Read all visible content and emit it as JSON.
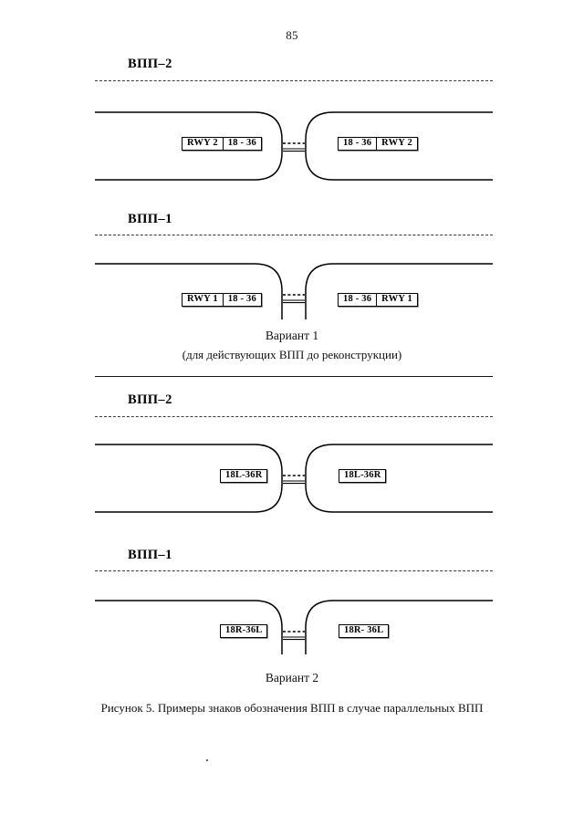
{
  "page": {
    "number": "85"
  },
  "sections": [
    {
      "runway_label": "ВПП–2",
      "left_sign": [
        "RWY 2",
        "18 - 36"
      ],
      "right_sign": [
        "18 - 36",
        "RWY 2"
      ],
      "shape": "full"
    },
    {
      "runway_label": "ВПП–1",
      "left_sign": [
        "RWY 1",
        "18 - 36"
      ],
      "right_sign": [
        "18 - 36",
        "RWY 1"
      ],
      "shape": "clipped"
    },
    {
      "runway_label": "ВПП–2",
      "left_sign": [
        "18L-36R"
      ],
      "right_sign": [
        "18L-36R"
      ],
      "shape": "full"
    },
    {
      "runway_label": "ВПП–1",
      "left_sign": [
        "18R-36L"
      ],
      "right_sign": [
        "18R- 36L"
      ],
      "shape": "clipped"
    }
  ],
  "captions": {
    "variant1_title": "Вариант 1",
    "variant1_subtitle": "(для действующих ВПП до реконструкции)",
    "variant2_title": "Вариант 2",
    "figure": "Рисунок 5. Примеры знаков обозначения ВПП в случае параллельных ВПП"
  },
  "colors": {
    "ink": "#111111",
    "line": "#000000",
    "dash": "#3a3a3a"
  }
}
